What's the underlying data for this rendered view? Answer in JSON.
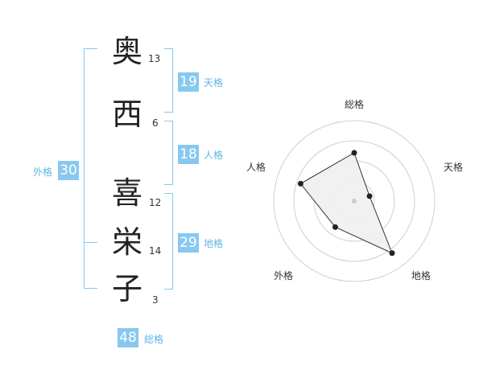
{
  "name": {
    "characters": [
      {
        "char": "奥",
        "strokes": "13"
      },
      {
        "char": "西",
        "strokes": "6"
      },
      {
        "char": "喜",
        "strokes": "12"
      },
      {
        "char": "栄",
        "strokes": "14"
      },
      {
        "char": "子",
        "strokes": "3"
      }
    ]
  },
  "fortunes": {
    "tenkaku": {
      "value": "19",
      "label": "天格"
    },
    "jinkaku": {
      "value": "18",
      "label": "人格"
    },
    "chikaku": {
      "value": "29",
      "label": "地格"
    },
    "gaikaku": {
      "value": "30",
      "label": "外格"
    },
    "soukaku": {
      "value": "48",
      "label": "総格"
    }
  },
  "radar": {
    "axes": [
      "総格",
      "天格",
      "地格",
      "外格",
      "人格"
    ],
    "levels": 4,
    "values": [
      3,
      1,
      4,
      2,
      3.5
    ],
    "max": 5,
    "colors": {
      "ring": "#cfcfcf",
      "fill": "#f0f0f0",
      "line": "#333333",
      "point": "#222222",
      "center": "#cccccc"
    }
  },
  "accent_color": "#88c8f0"
}
